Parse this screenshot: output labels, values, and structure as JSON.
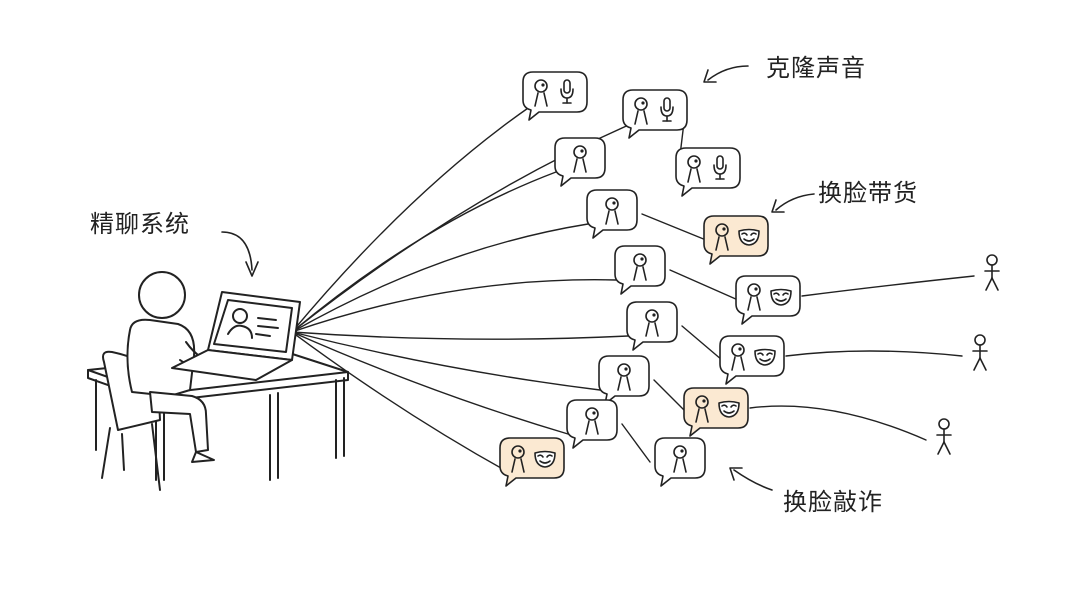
{
  "labels": {
    "operator": "精聊系统",
    "voice_clone": "克隆声音",
    "face_swap_live": "换脸带货",
    "face_swap_scam": "换脸敲诈"
  },
  "colors": {
    "ink": "#222222",
    "bubble_fill": "#ffffff",
    "face_swap_highlight": "#fbe9d2"
  },
  "bubbles": [
    {
      "kind": "voice",
      "highlight": false
    },
    {
      "kind": "voice",
      "highlight": false
    },
    {
      "kind": "plain",
      "highlight": false
    },
    {
      "kind": "voice",
      "highlight": false
    },
    {
      "kind": "plain",
      "highlight": false
    },
    {
      "kind": "mask",
      "highlight": true
    },
    {
      "kind": "plain",
      "highlight": false
    },
    {
      "kind": "mask",
      "highlight": false
    },
    {
      "kind": "plain",
      "highlight": false
    },
    {
      "kind": "mask",
      "highlight": false
    },
    {
      "kind": "plain",
      "highlight": false
    },
    {
      "kind": "mask",
      "highlight": true
    },
    {
      "kind": "plain",
      "highlight": false
    },
    {
      "kind": "plain",
      "highlight": false
    },
    {
      "kind": "mask",
      "highlight": true
    }
  ],
  "targets": [
    {
      "name": "victim"
    },
    {
      "name": "victim"
    },
    {
      "name": "victim"
    }
  ]
}
